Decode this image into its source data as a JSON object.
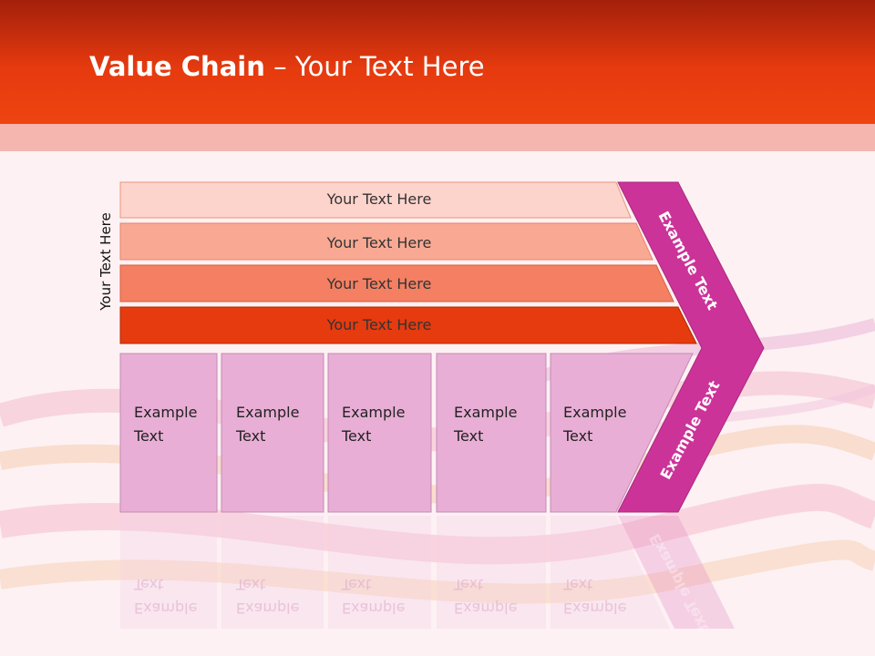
{
  "title": {
    "bold": "Value Chain",
    "rest": " – Your Text Here"
  },
  "side_label": "Your Text Here",
  "rows": [
    {
      "label": "Your Text Here",
      "color": "#fdd4cc"
    },
    {
      "label": "Your Text Here",
      "color": "#f9a993"
    },
    {
      "label": "Your Text Here",
      "color": "#f47f62"
    },
    {
      "label": "Your Text Here",
      "color": "#e63a0f"
    }
  ],
  "activities": [
    {
      "line1": "Example",
      "line2": "Text"
    },
    {
      "line1": "Example",
      "line2": "Text"
    },
    {
      "line1": "Example",
      "line2": "Text"
    },
    {
      "line1": "Example",
      "line2": "Text"
    },
    {
      "line1": "Example",
      "line2": "Text"
    }
  ],
  "arrow_top_label": "Example Text",
  "arrow_bottom_label": "Example Text",
  "colors": {
    "header": "#e63a0f",
    "arrow": "#cc3399",
    "activity": "#e9aed6"
  }
}
